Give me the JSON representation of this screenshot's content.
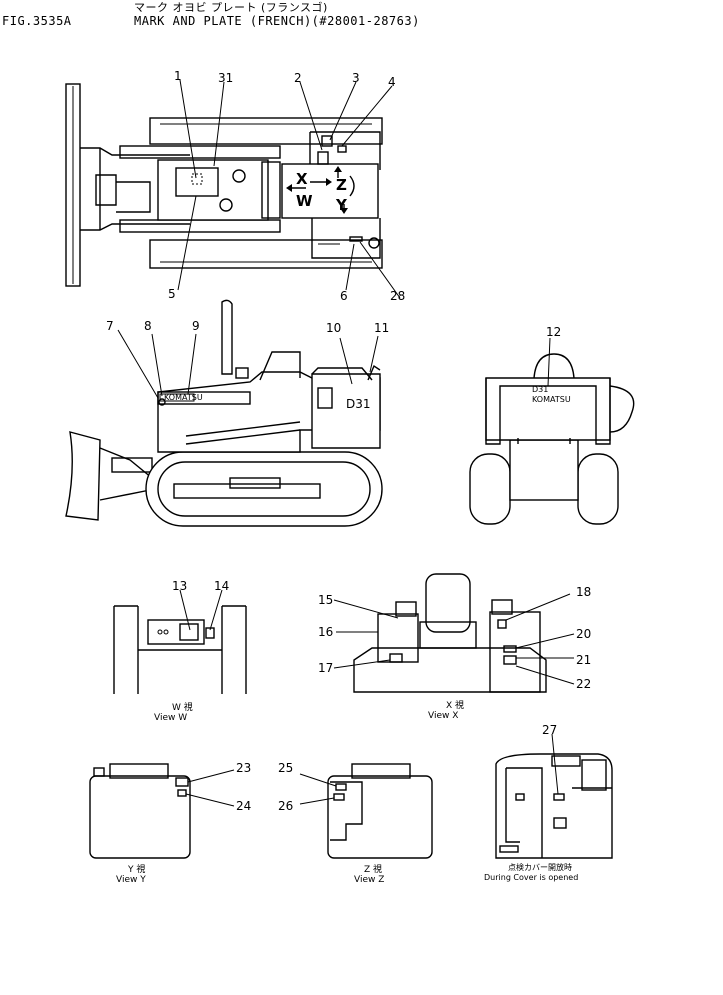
{
  "header": {
    "figure_no": "FIG.3535A",
    "title_jp": "マーク オヨビ プレート (フランスゴ)",
    "title_en": "MARK AND PLATE (FRENCH)(#28001-28763)"
  },
  "callouts": [
    "1",
    "31",
    "2",
    "3",
    "4",
    "5",
    "6",
    "28",
    "7",
    "8",
    "9",
    "10",
    "11",
    "12",
    "13",
    "14",
    "15",
    "16",
    "17",
    "18",
    "20",
    "21",
    "22",
    "23",
    "24",
    "25",
    "26",
    "27"
  ],
  "view_arrows": [
    "X",
    "W",
    "Z",
    "Y"
  ],
  "body_marks": {
    "model": "D31",
    "brand": "KOMATSU"
  },
  "views": {
    "w": {
      "jp": "W 視",
      "en": "View  W"
    },
    "x": {
      "jp": "X 視",
      "en": "View  X"
    },
    "y": {
      "jp": "Y 視",
      "en": "View  Y"
    },
    "z": {
      "jp": "Z 視",
      "en": "View  Z"
    },
    "cover": {
      "jp": "点検カバー開放時",
      "en": "During Cover is opened"
    }
  }
}
